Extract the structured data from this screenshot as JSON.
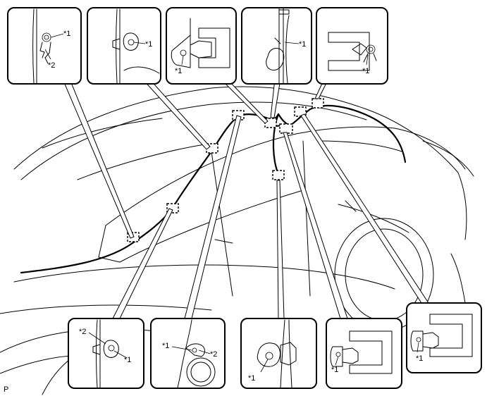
{
  "labels": {
    "callout_1": "*1",
    "callout_2": "*2",
    "corner_code": "P"
  }
}
